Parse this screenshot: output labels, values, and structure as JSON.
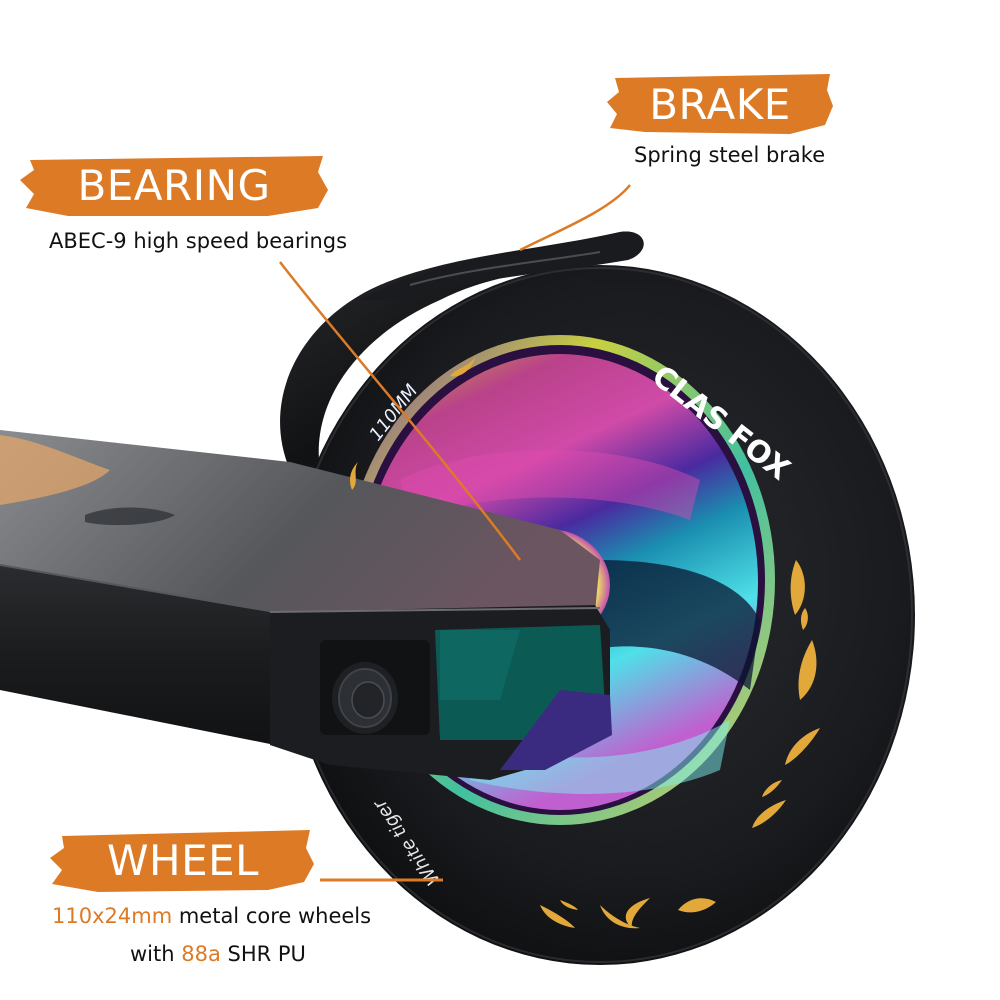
{
  "accent_color": "#dd7a26",
  "callouts": {
    "brake": {
      "title": "BRAKE",
      "description": "Spring steel brake"
    },
    "bearing": {
      "title": "BEARING",
      "description": "ABEC-9 high speed bearings"
    },
    "wheel": {
      "title": "WHEEL",
      "line1_highlight": "110x24mm",
      "line1_rest": " metal core wheels",
      "line2_prefix": "with ",
      "line2_highlight": "88a",
      "line2_rest": " SHR PU"
    }
  },
  "product": {
    "wheel_brand_text": "CLAS FOX",
    "wheel_side_text": "White tiger",
    "wheel_top_text": "110MM"
  }
}
